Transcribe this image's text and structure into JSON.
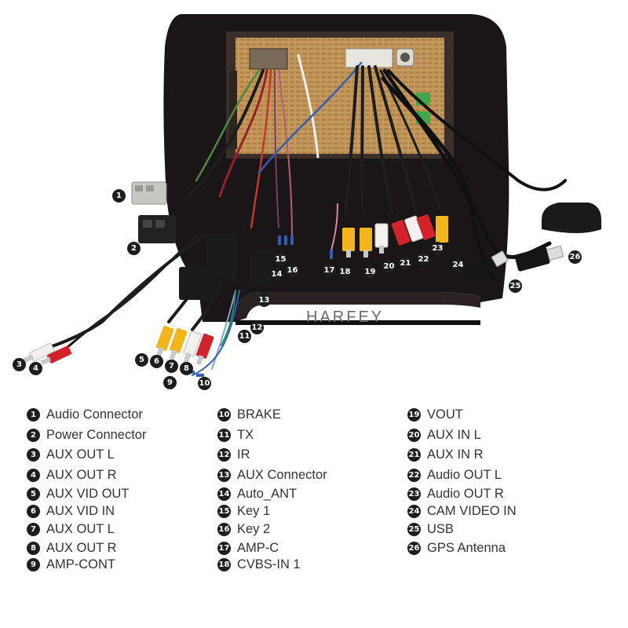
{
  "brand_watermark": "HARFEY",
  "legend": [
    {
      "num": "1",
      "label": "Audio Connector"
    },
    {
      "num": "2",
      "label": "Power Connector"
    },
    {
      "num": "3",
      "label": "AUX OUT L"
    },
    {
      "num": "4",
      "label": "AUX OUT R"
    },
    {
      "num": "5",
      "label": "AUX VID OUT"
    },
    {
      "num": "6",
      "label": "AUX VID IN"
    },
    {
      "num": "7",
      "label": "AUX OUT L"
    },
    {
      "num": "8",
      "label": "AUX OUT R"
    },
    {
      "num": "9",
      "label": "AMP-CONT"
    },
    {
      "num": "10",
      "label": "BRAKE"
    },
    {
      "num": "11",
      "label": "TX"
    },
    {
      "num": "12",
      "label": "IR"
    },
    {
      "num": "13",
      "label": "AUX Connector"
    },
    {
      "num": "14",
      "label": "Auto_ANT"
    },
    {
      "num": "15",
      "label": "Key 1"
    },
    {
      "num": "16",
      "label": "Key 2"
    },
    {
      "num": "17",
      "label": "AMP-C"
    },
    {
      "num": "18",
      "label": "CVBS-IN 1"
    },
    {
      "num": "19",
      "label": "VOUT"
    },
    {
      "num": "20",
      "label": "AUX IN L"
    },
    {
      "num": "21",
      "label": "AUX IN R"
    },
    {
      "num": "22",
      "label": "Audio OUT L"
    },
    {
      "num": "23",
      "label": "Audio OUT R"
    },
    {
      "num": "24",
      "label": "CAM VIDEO IN"
    },
    {
      "num": "25",
      "label": "USB"
    },
    {
      "num": "26",
      "label": "GPS Antenna"
    }
  ],
  "colors": {
    "frame": "#1a1516",
    "board": "#c9a062",
    "rca_yellow": "#f2b51b",
    "rca_white": "#f3f1ee",
    "rca_red": "#d3232a",
    "wire_blue": "#2f5db8",
    "badge": "#1e1e1e"
  }
}
